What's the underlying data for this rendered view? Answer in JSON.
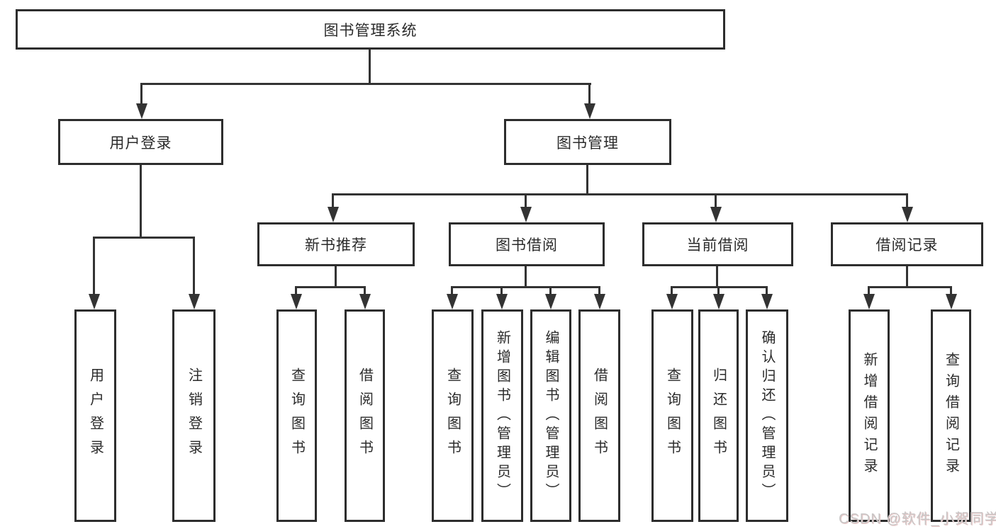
{
  "nodes": {
    "root": {
      "label": "图书管理系统"
    },
    "level2": [
      {
        "label": "用户登录"
      },
      {
        "label": "图书管理"
      }
    ],
    "level3": [
      {
        "label": "新书推荐",
        "parent": "图书管理"
      },
      {
        "label": "图书借阅",
        "parent": "图书管理"
      },
      {
        "label": "当前借阅",
        "parent": "图书管理"
      },
      {
        "label": "借阅记录",
        "parent": "图书管理"
      }
    ],
    "leaves": [
      {
        "label": "用户登录",
        "parent": "用户登录"
      },
      {
        "label": "注销登录",
        "parent": "用户登录"
      },
      {
        "label": "查询图书",
        "parent": "新书推荐"
      },
      {
        "label": "借阅图书",
        "parent": "新书推荐"
      },
      {
        "label": "查询图书",
        "parent": "图书借阅"
      },
      {
        "label": "新增图书（管理员）",
        "parent": "图书借阅"
      },
      {
        "label": "编辑图书（管理员）",
        "parent": "图书借阅"
      },
      {
        "label": "借阅图书",
        "parent": "图书借阅"
      },
      {
        "label": "查询图书",
        "parent": "当前借阅"
      },
      {
        "label": "归还图书",
        "parent": "当前借阅"
      },
      {
        "label": "确认归还（管理员）",
        "parent": "当前借阅"
      },
      {
        "label": "新增借阅记录",
        "parent": "借阅记录"
      },
      {
        "label": "查询借阅记录",
        "parent": "借阅记录"
      }
    ]
  },
  "watermark": {
    "text": "CSDN @软件_小贺同学"
  },
  "colors": {
    "line": "#333333",
    "box_border": "#2d2d2d",
    "background": "#ffffff",
    "text": "#2b2b2b",
    "watermark": "#c9c6c6"
  }
}
